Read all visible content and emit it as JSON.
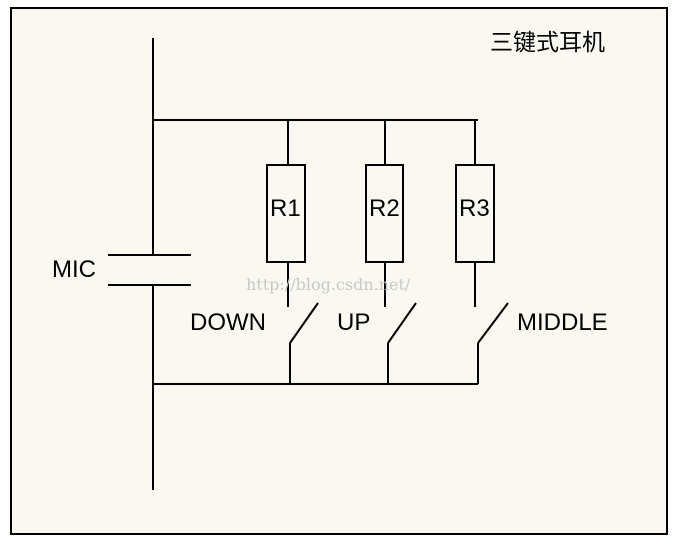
{
  "title": "三键式耳机",
  "watermark": "http://blog.csdn.net/",
  "mic_label": "MIC",
  "resistors": [
    "R1",
    "R2",
    "R3"
  ],
  "switches": [
    "DOWN",
    "UP",
    "MIDDLE"
  ],
  "colors": {
    "background": "#faf8f1",
    "ink": "#000000",
    "watermark": "#c8c8c8"
  }
}
